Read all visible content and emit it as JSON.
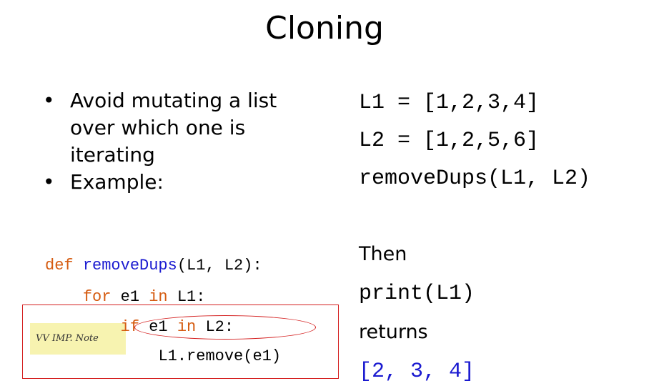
{
  "title": "Cloning",
  "bullets": [
    {
      "dot": "•",
      "lines": [
        "Avoid mutating a list",
        "over which one is",
        "iterating"
      ]
    },
    {
      "dot": "•",
      "lines": [
        "Example:"
      ]
    }
  ],
  "code": {
    "line1": {
      "def": "def",
      "name": "removeDups",
      "args": "(L1, L2):"
    },
    "line2": {
      "indent": "    ",
      "for": "for",
      "mid": " e1 ",
      "in": "in",
      "tail": " L1:"
    },
    "line3": {
      "indent": "        ",
      "if": "if",
      "mid": " e1 ",
      "in": "in",
      "tail": " L2:"
    },
    "line4": {
      "indent": "            ",
      "body": "L1.remove(e1)"
    }
  },
  "note": "VV IMP. Note",
  "right": {
    "l1": "L1 = [1,2,3,4]",
    "l2": "L2 = [1,2,5,6]",
    "call": "removeDups(L1, L2)",
    "then": "Then",
    "print": "print(L1)",
    "returns": "returns",
    "result": "[2, 3, 4]"
  },
  "colors": {
    "keyword_orange": "#d55b10",
    "keyword_blue": "#1a1ad0",
    "annotation_red": "#d42020",
    "note_yellow": "#f7f3b0"
  }
}
